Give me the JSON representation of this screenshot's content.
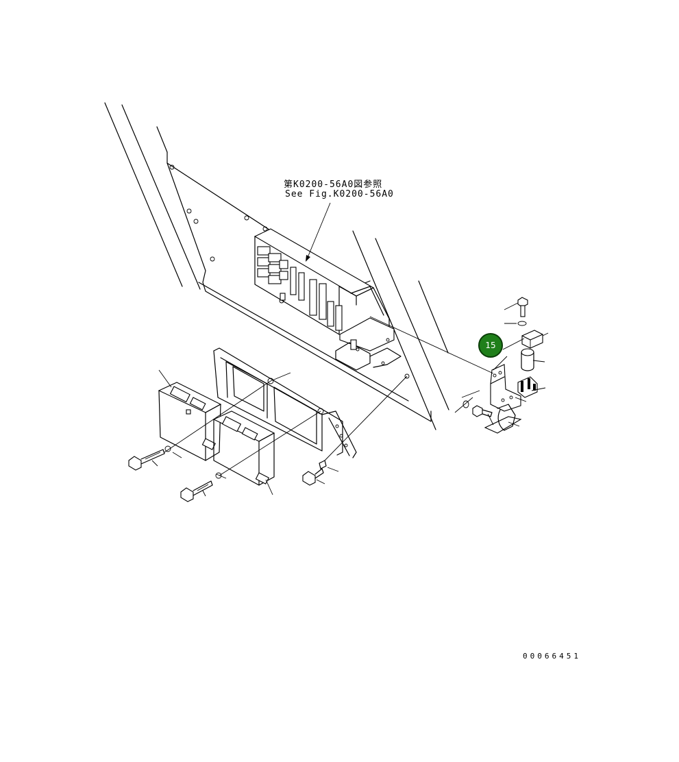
{
  "reference": {
    "jp": "第K0200-56A0図参照",
    "en": "See Fig.K0200-56A0"
  },
  "callout": {
    "label": "15",
    "color": "#1f7f1a"
  },
  "drawing_number": "00066451"
}
